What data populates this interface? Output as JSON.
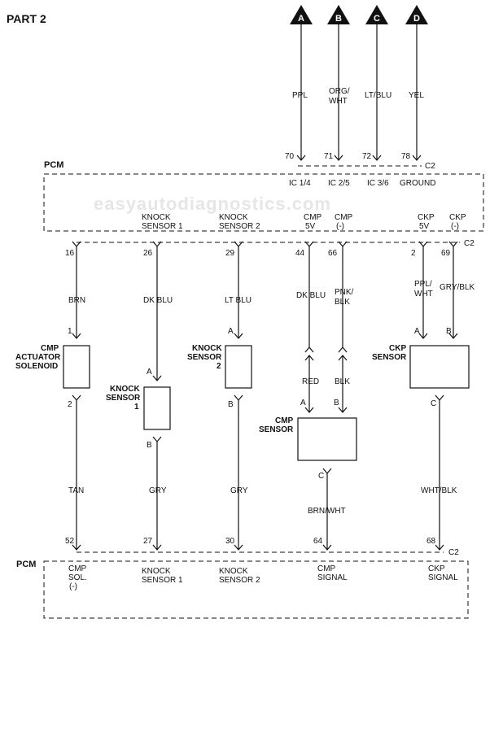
{
  "page_title": "PART 2",
  "watermark": "easyautodiagnostics.com",
  "pcm_label_top": "PCM",
  "pcm_label_bottom": "PCM",
  "connectors": {
    "top_c2": "C2",
    "mid_c2": "C2",
    "bottom_c2": "C2"
  },
  "top_inputs": [
    {
      "id": "A",
      "color": "PPL",
      "pin": "70",
      "ref": "IC 1/4"
    },
    {
      "id": "B",
      "color": "ORG/ WHT",
      "pin": "71",
      "ref": "IC 2/5"
    },
    {
      "id": "C",
      "color": "LT/BLU",
      "pin": "72",
      "ref": "IC 3/6"
    },
    {
      "id": "D",
      "color": "YEL",
      "pin": "78",
      "ref": "GROUND"
    }
  ],
  "pcm_top_functions": [
    "KNOCK SENSOR 1",
    "KNOCK SENSOR 2",
    "CMP 5V",
    "CMP (-)",
    "CKP 5V",
    "CKP (-)"
  ],
  "mid_pins": [
    {
      "pin": "16",
      "color": "BRN"
    },
    {
      "pin": "26",
      "color": "DK BLU"
    },
    {
      "pin": "29",
      "color": "LT BLU"
    },
    {
      "pin": "44",
      "color": "DK BLU"
    },
    {
      "pin": "66",
      "color": "PNK/ BLK"
    },
    {
      "pin": "2",
      "color": "PPL/ WHT"
    },
    {
      "pin": "69",
      "color": "GRY/BLK"
    }
  ],
  "components": {
    "cmp_actuator": {
      "name": "CMP ACTUATOR SOLENOID",
      "term_top": "1",
      "term_bottom": "2"
    },
    "knock1": {
      "name": "KNOCK SENSOR 1",
      "term_top": "A",
      "term_bottom": "B"
    },
    "knock2": {
      "name": "KNOCK SENSOR 2",
      "term_top": "A",
      "term_bottom": "B"
    },
    "cmp_sensor": {
      "name": "CMP SENSOR",
      "term_a": "A",
      "term_b": "B",
      "term_c": "C",
      "wire_a": "RED",
      "wire_b": "BLK"
    },
    "ckp_sensor": {
      "name": "CKP SENSOR",
      "term_a": "A",
      "term_b": "B",
      "term_c": "C"
    }
  },
  "lower_wires": [
    {
      "color": "TAN",
      "pin": "52",
      "function": "CMP SOL. (-)"
    },
    {
      "color": "GRY",
      "pin": "27",
      "function": "KNOCK SENSOR 1"
    },
    {
      "color": "GRY",
      "pin": "30",
      "function": "KNOCK SENSOR 2"
    },
    {
      "color": "BRN/WHT",
      "pin": "64",
      "function": "CMP SIGNAL"
    },
    {
      "color": "WHT/BLK",
      "pin": "68",
      "function": "CKP SIGNAL"
    }
  ]
}
